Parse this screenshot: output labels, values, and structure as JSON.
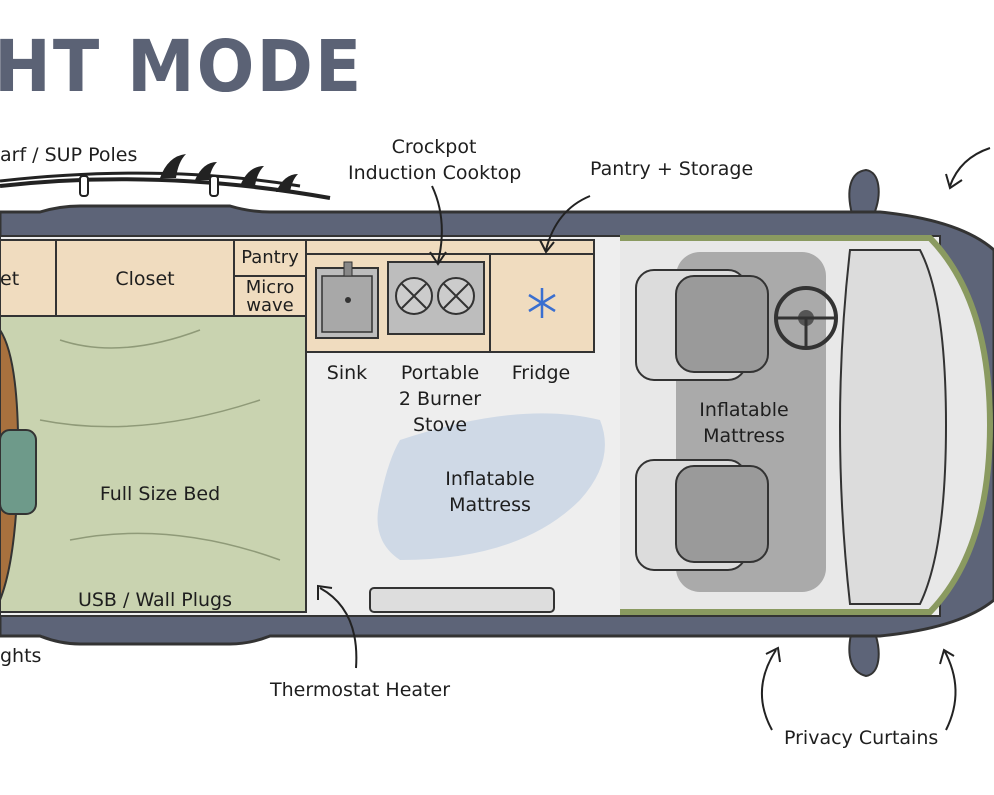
{
  "title": "HT MODE",
  "labels": {
    "surf_sup_poles": "arf / SUP Poles",
    "crockpot_line1": "Crockpot",
    "crockpot_line2": "Induction Cooktop",
    "pantry_storage": "Pantry + Storage",
    "closet_cut": "et",
    "closet": "Closet",
    "pantry": "Pantry",
    "micro_line1": "Micro",
    "micro_line2": "wave",
    "sink": "Sink",
    "stove_line1": "Portable",
    "stove_line2": "2 Burner",
    "stove_line3": "Stove",
    "fridge": "Fridge",
    "inflatable_front_line1": "Inflatable",
    "inflatable_front_line2": "Mattress",
    "inflatable_center_line1": "Inflatable",
    "inflatable_center_line2": "Mattress",
    "full_size_bed": "Full Size Bed",
    "usb_wall_plugs": "USB / Wall Plugs",
    "lights_cut": "ghts",
    "thermostat_heater": "Thermostat Heater",
    "privacy_curtains": "Privacy Curtains"
  },
  "colors": {
    "van_body": "#5d6478",
    "cabinet_wood": "#f0dcbf",
    "bed_green": "#c9d3b0",
    "floor": "#eeeeee",
    "mattress_blue": "#cfd9e6",
    "title_color": "#5b6275"
  }
}
